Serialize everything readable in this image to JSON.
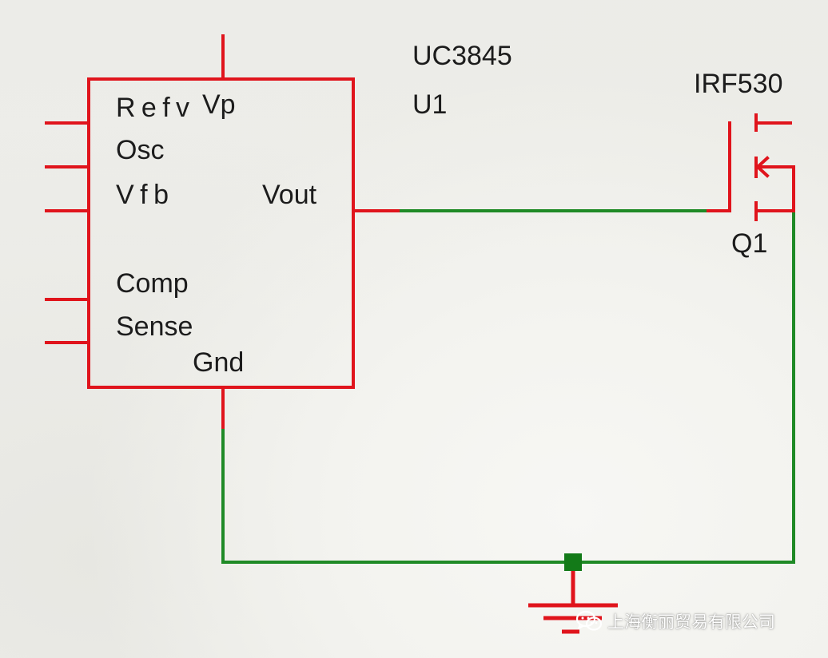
{
  "chip": {
    "part_number": "UC3845",
    "designator": "U1",
    "pins": {
      "refv": "Refv",
      "vp": "Vp",
      "osc": "Osc",
      "vfb": "Vfb",
      "vout": "Vout",
      "comp": "Comp",
      "sense": "Sense",
      "gnd": "Gnd"
    }
  },
  "transistor": {
    "part_number": "IRF530",
    "designator": "Q1"
  },
  "colors": {
    "component": "#e0141c",
    "wire": "#1f8a26",
    "junction": "#137a18",
    "text": "#1c1c1c"
  },
  "watermark": {
    "text": "上海衡丽贸易有限公司",
    "icon": "wechat-icon"
  }
}
